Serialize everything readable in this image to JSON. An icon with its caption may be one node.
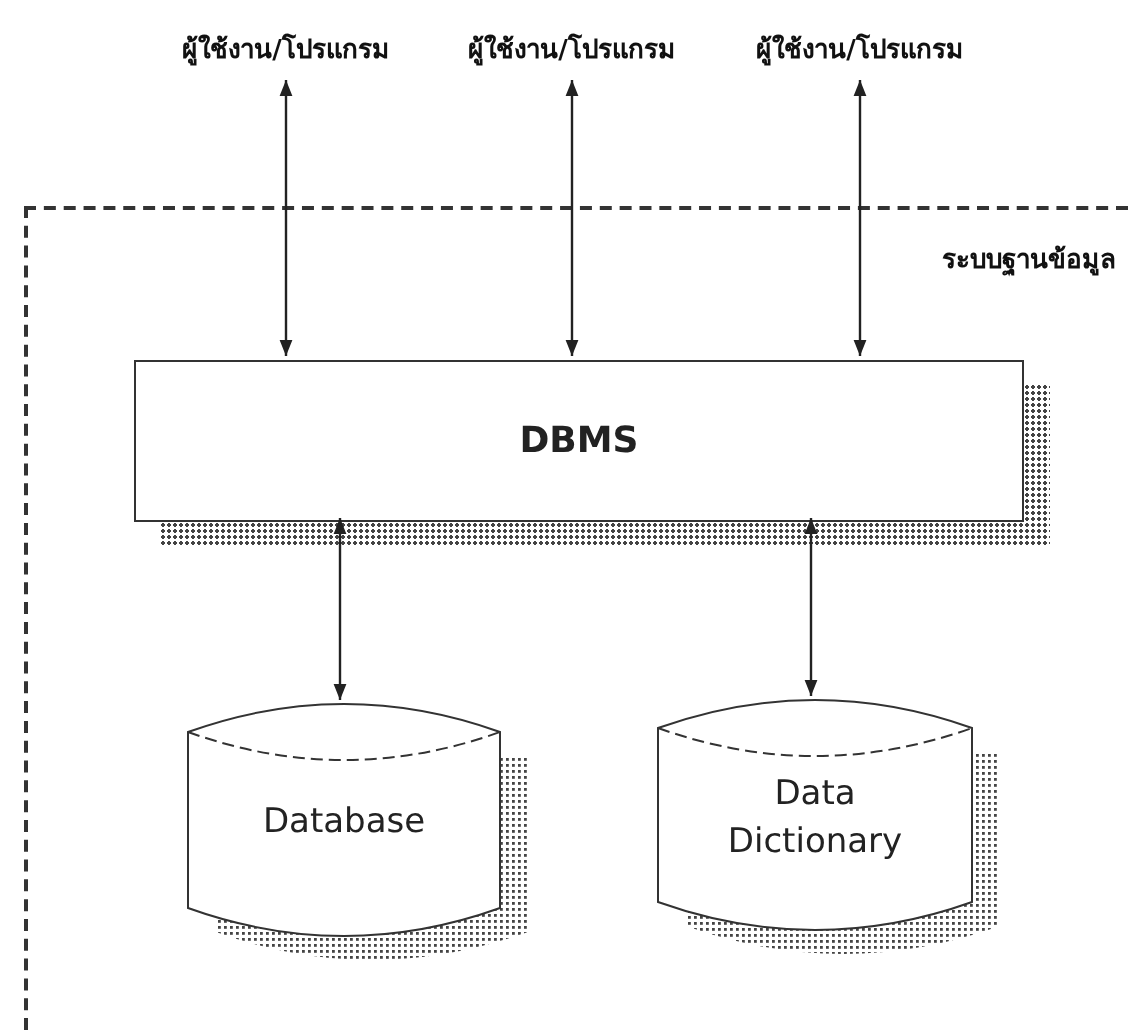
{
  "diagram": {
    "nodes": [
      {
        "text": [
          "ระบบฐานข้อมูล"
        ]
      },
      {
        "text": [
          "ผู้ใช้งาน/โปรแกรม"
        ]
      },
      {
        "text": [
          "ผู้ใช้งาน/โปรแกรม"
        ]
      },
      {
        "text": [
          "ผู้ใช้งาน/โปรแกรม"
        ]
      },
      {
        "text": [
          "DBMS"
        ],
        "in": 0
      },
      {
        "text": [
          "Database"
        ],
        "in": 0
      },
      {
        "text": [
          "Data Dictionary"
        ],
        "in": 0
      }
    ],
    "edges": [
      {
        "from": 4,
        "to": 1,
        "arrow": "both"
      },
      {
        "from": 4,
        "to": 2,
        "arrow": "both"
      },
      {
        "from": 4,
        "to": 3,
        "arrow": "both"
      },
      {
        "from": 4,
        "to": 5,
        "arrow": "both"
      },
      {
        "from": 4,
        "to": 6,
        "arrow": "both"
      }
    ]
  }
}
